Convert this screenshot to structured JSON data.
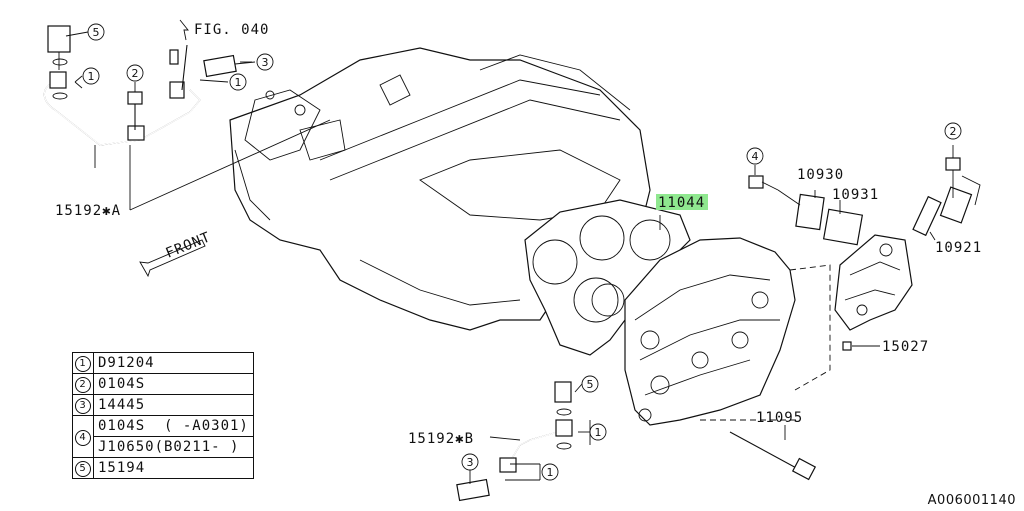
{
  "callouts": {
    "fig": "FIG. 040",
    "front": "FRONT",
    "p11044": "11044",
    "p10930": "10930",
    "p10931": "10931",
    "p10921": "10921",
    "p15027": "15027",
    "p11095": "11095",
    "p15192a": "15192✱A",
    "p15192b": "15192✱B"
  },
  "circle_refs": {
    "c1": "1",
    "c2": "2",
    "c3": "3",
    "c4": "4",
    "c5": "5"
  },
  "legend": [
    {
      "num": "1",
      "parts": [
        "D91204"
      ]
    },
    {
      "num": "2",
      "parts": [
        "0104S"
      ]
    },
    {
      "num": "3",
      "parts": [
        "14445"
      ]
    },
    {
      "num": "4",
      "parts": [
        "0104S  ( -A0301)",
        "J10650(B0211- )"
      ]
    },
    {
      "num": "5",
      "parts": [
        "15194"
      ]
    }
  ],
  "diagram_code": "A006001140",
  "highlight_color": "#8fe88f"
}
